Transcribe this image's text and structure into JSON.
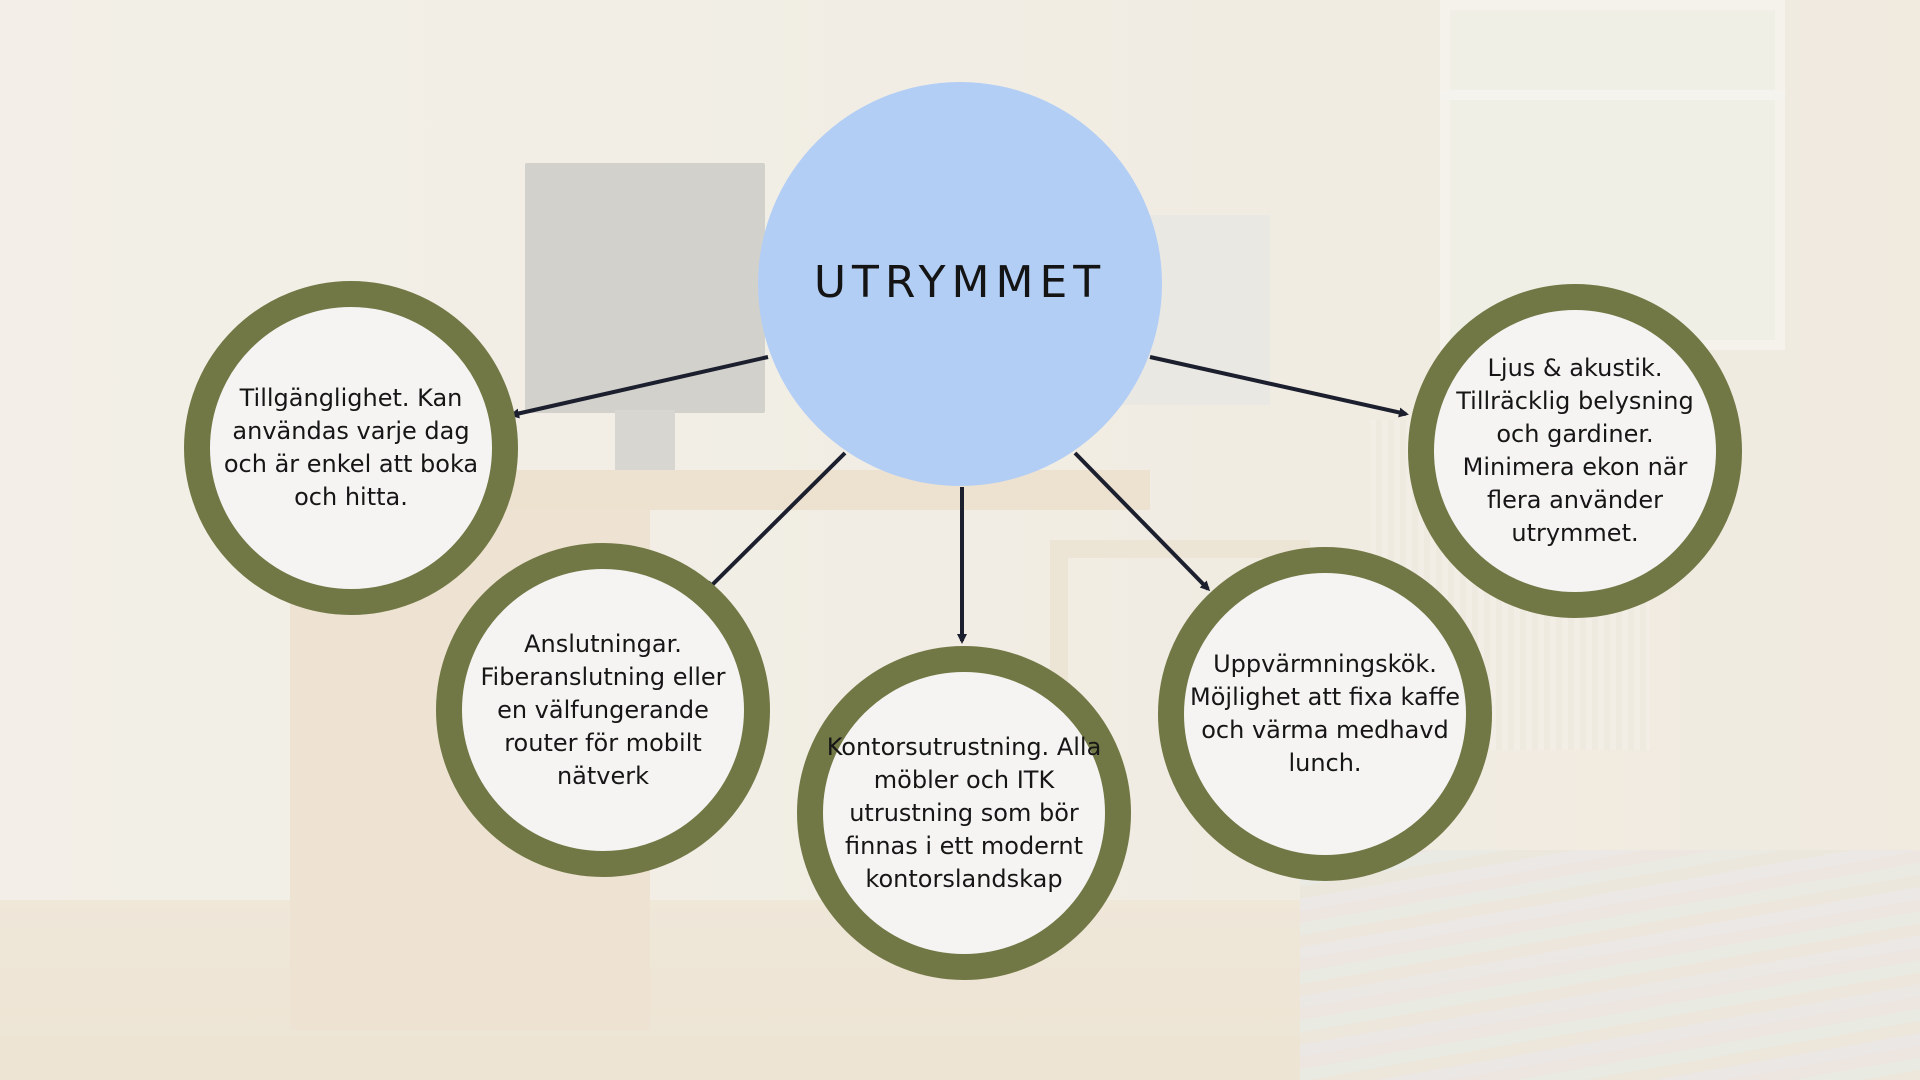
{
  "diagram": {
    "hub": {
      "label": "UTRYMMET"
    },
    "nodes": [
      {
        "id": "node-1",
        "text": "Tillgänglighet. Kan användas varje dag och är enkel att boka och hitta."
      },
      {
        "id": "node-2",
        "text": "Anslutningar. Fiberanslutning eller en välfungerande router för mobilt nätverk"
      },
      {
        "id": "node-3",
        "text": "Kontorsutrustning. Alla möbler och ITK utrustning som bör finnas i ett modernt kontorslandskap"
      },
      {
        "id": "node-4",
        "text": "Uppvärmningskök. Möjlighet att fixa kaffe och värma medhavd lunch."
      },
      {
        "id": "node-5",
        "text": "Ljus & akustik. Tillräcklig belysning och gardiner. Minimera ekon när flera använder utrymmet."
      }
    ],
    "colors": {
      "hub_fill": "#b3cef5",
      "node_ring": "#727845",
      "node_fill": "#f5f4f2",
      "arrow": "#1c1f2e"
    }
  }
}
